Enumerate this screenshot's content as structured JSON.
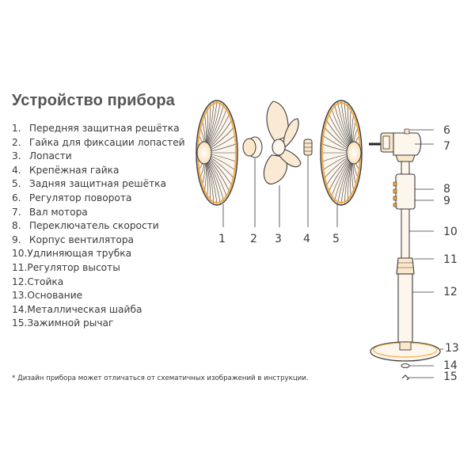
{
  "title": "Устройство прибора",
  "parts": [
    {
      "num": "1.",
      "label": "Передняя защитная решётка"
    },
    {
      "num": "2.",
      "label": "Гайка для фиксации лопастей"
    },
    {
      "num": "3.",
      "label": "Лопасти"
    },
    {
      "num": "4.",
      "label": "Крепёжная гайка"
    },
    {
      "num": "5.",
      "label": "Задняя защитная решётка"
    },
    {
      "num": "6.",
      "label": "Регулятор поворота"
    },
    {
      "num": "7.",
      "label": "Вал мотора"
    },
    {
      "num": "8.",
      "label": "Переключатель скорости"
    },
    {
      "num": "9.",
      "label": "Корпус вентилятора"
    },
    {
      "num": "10.",
      "label": "Удлиняющая трубка"
    },
    {
      "num": "11.",
      "label": "Регулятор высоты"
    },
    {
      "num": "12.",
      "label": "Стойка"
    },
    {
      "num": "13.",
      "label": "Основание"
    },
    {
      "num": "14.",
      "label": "Металлическая шайба"
    },
    {
      "num": "15.",
      "label": "Зажимной рычаг"
    }
  ],
  "footnote": "* Дизайн прибора может отличаться от схематичных изображений в инструкции.",
  "callouts": {
    "c1": "1",
    "c2": "2",
    "c3": "3",
    "c4": "4",
    "c5": "5",
    "c6": "6",
    "c7": "7",
    "c8": "8",
    "c9": "9",
    "c10": "10",
    "c11": "11",
    "c12": "12",
    "c13": "13",
    "c14": "14",
    "c15": "15"
  },
  "colors": {
    "line": "#3a3a3a",
    "accent": "#f2a23a"
  }
}
